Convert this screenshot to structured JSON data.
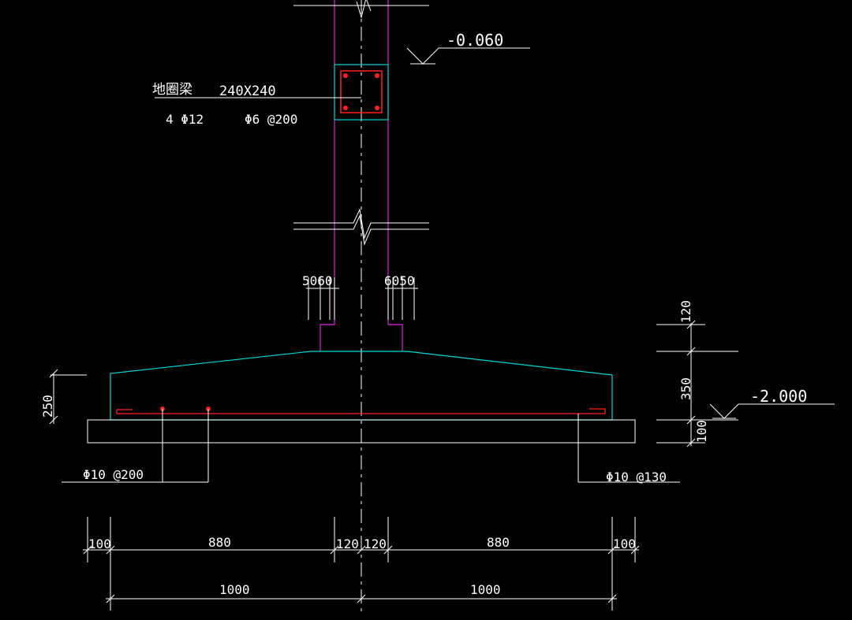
{
  "colors": {
    "background": "#000000",
    "wall": "#e020e0",
    "concrete": "#00d8d8",
    "rebar": "#ff2020",
    "annotation": "#ffffff"
  },
  "beam": {
    "name": "地圈梁",
    "size": "240X240",
    "longitudinal_bars": "4 Φ12",
    "stirrups": "Φ6 @200"
  },
  "elevations": {
    "top": "-0.060",
    "bottom": "-2.000"
  },
  "wall_steps": {
    "left": "5060",
    "right": "6050"
  },
  "vertical_dims": {
    "step": "120",
    "footing": "350",
    "cushion": "100",
    "edge": "250"
  },
  "rebar_labels": {
    "left": "Φ10 @200",
    "right": "Φ10 @130"
  },
  "horizontal_dims": {
    "row1": [
      "100",
      "880",
      "120",
      "120",
      "880",
      "100"
    ],
    "row2": [
      "1000",
      "1000"
    ]
  }
}
